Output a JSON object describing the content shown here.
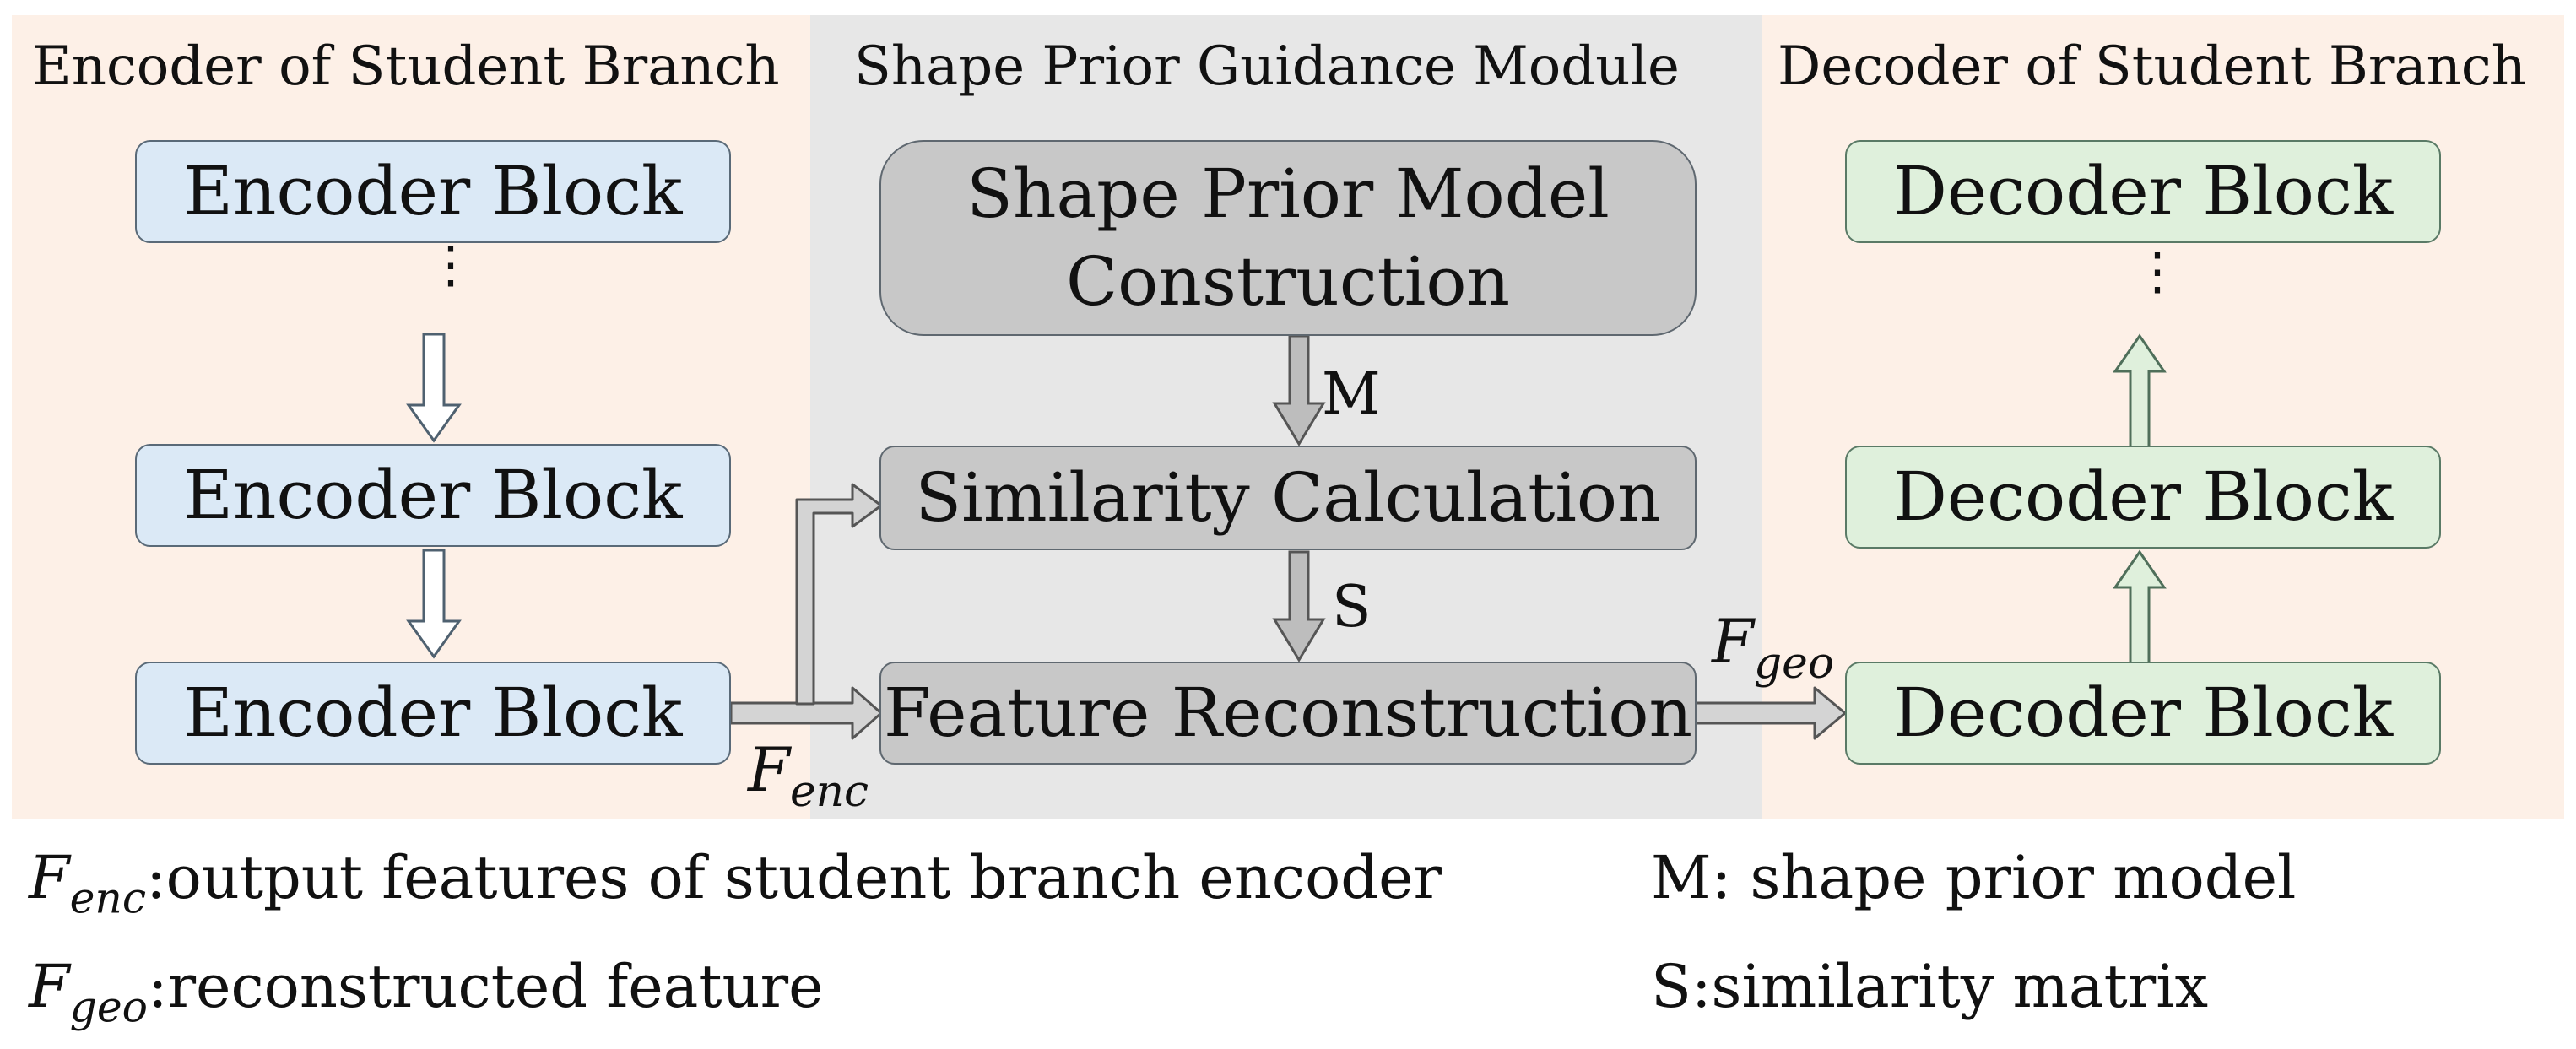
{
  "sections": {
    "encoder_title": "Encoder of Student Branch",
    "module_title": "Shape Prior Guidance Module",
    "decoder_title": "Decoder of Student Branch"
  },
  "encoder": {
    "blocks": [
      "Encoder Block",
      "Encoder Block",
      "Encoder Block"
    ]
  },
  "module": {
    "shape_prior_line1": "Shape Prior Model",
    "shape_prior_line2": "Construction",
    "similarity": "Similarity Calculation",
    "reconstruction": "Feature Reconstruction",
    "m_label": "M",
    "s_label": "S"
  },
  "decoder": {
    "blocks": [
      "Decoder Block",
      "Decoder Block",
      "Decoder Block"
    ]
  },
  "symbols": {
    "f_enc": {
      "base": "F",
      "sub": "enc"
    },
    "f_geo": {
      "base": "F",
      "sub": "geo"
    },
    "ellipsis": "⋮"
  },
  "legend": {
    "enc_desc": ":output features of student branch encoder",
    "geo_desc": ":reconstructed feature",
    "m_desc": "M: shape prior model",
    "s_desc": "S:similarity matrix"
  },
  "colors": {
    "panel_sides": "#fdf0e7",
    "panel_middle": "#e7e7e7",
    "encoder_block": "#dbe9f6",
    "decoder_block": "#dff0dc",
    "module_block": "#c8c8c8"
  }
}
